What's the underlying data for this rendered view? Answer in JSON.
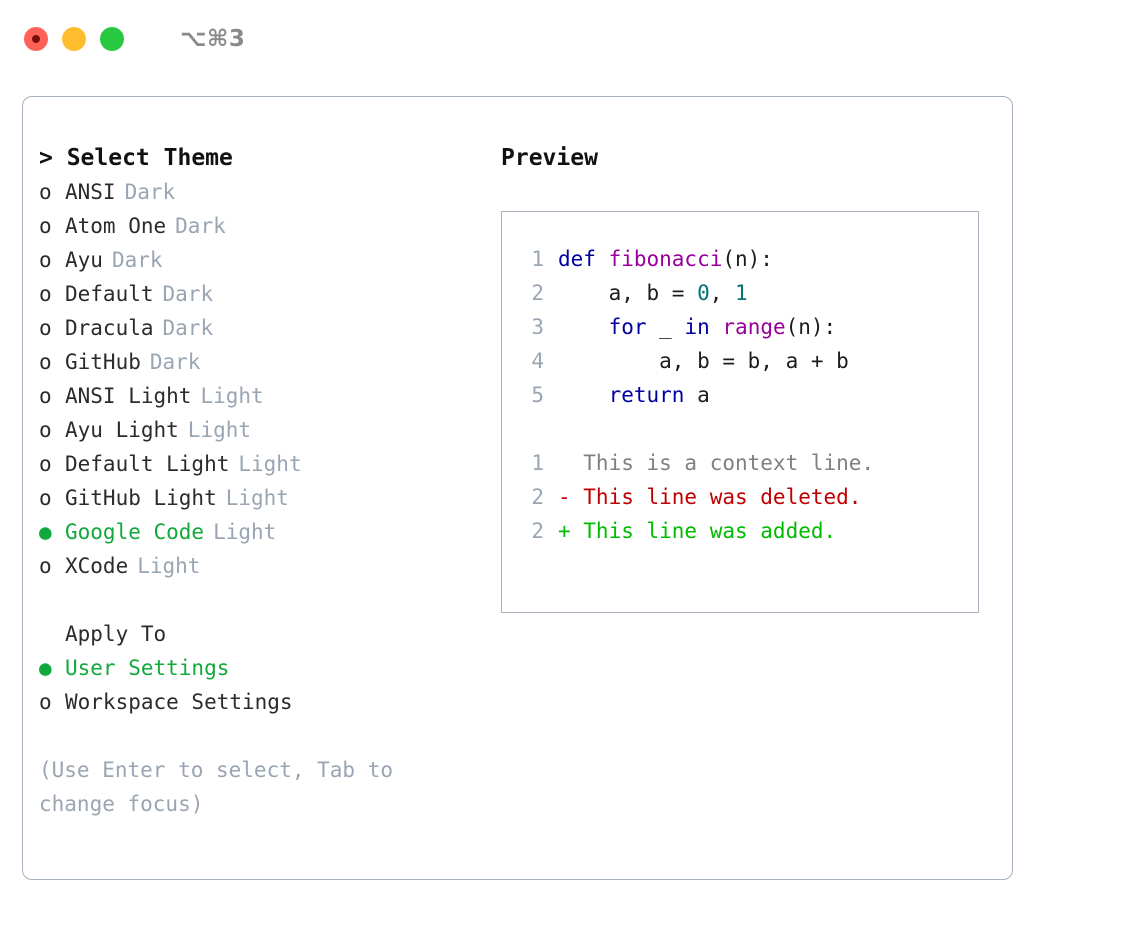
{
  "titlebar": {
    "shortcut": "⌥⌘3",
    "lights": [
      "close",
      "minimize",
      "maximize"
    ]
  },
  "theme_selector": {
    "header": "> Select Theme",
    "options": [
      {
        "marker": "o",
        "selected": false,
        "label": "ANSI",
        "tag": "Dark"
      },
      {
        "marker": "o",
        "selected": false,
        "label": "Atom One",
        "tag": "Dark"
      },
      {
        "marker": "o",
        "selected": false,
        "label": "Ayu",
        "tag": "Dark"
      },
      {
        "marker": "o",
        "selected": false,
        "label": "Default",
        "tag": "Dark"
      },
      {
        "marker": "o",
        "selected": false,
        "label": "Dracula",
        "tag": "Dark"
      },
      {
        "marker": "o",
        "selected": false,
        "label": "GitHub",
        "tag": "Dark"
      },
      {
        "marker": "o",
        "selected": false,
        "label": "ANSI Light",
        "tag": "Light"
      },
      {
        "marker": "o",
        "selected": false,
        "label": "Ayu Light",
        "tag": "Light"
      },
      {
        "marker": "o",
        "selected": false,
        "label": "Default Light",
        "tag": "Light"
      },
      {
        "marker": "o",
        "selected": false,
        "label": "GitHub Light",
        "tag": "Light"
      },
      {
        "marker": "●",
        "selected": true,
        "label": "Google Code",
        "tag": "Light"
      },
      {
        "marker": "o",
        "selected": false,
        "label": "XCode",
        "tag": "Light"
      }
    ]
  },
  "apply_to": {
    "header": "Apply To",
    "options": [
      {
        "marker": "●",
        "selected": true,
        "label": "User Settings"
      },
      {
        "marker": "o",
        "selected": false,
        "label": "Workspace Settings"
      }
    ]
  },
  "hint": "(Use Enter to select, Tab to change focus)",
  "preview": {
    "header": "Preview",
    "code_lines": [
      {
        "n": "1",
        "tokens": [
          {
            "t": "def ",
            "c": "kw"
          },
          {
            "t": "fibonacci",
            "c": "fn"
          },
          {
            "t": "(n):",
            "c": "def"
          }
        ]
      },
      {
        "n": "2",
        "tokens": [
          {
            "t": "    a, b = ",
            "c": "def"
          },
          {
            "t": "0",
            "c": "num"
          },
          {
            "t": ", ",
            "c": "def"
          },
          {
            "t": "1",
            "c": "num"
          }
        ]
      },
      {
        "n": "3",
        "tokens": [
          {
            "t": "    ",
            "c": "def"
          },
          {
            "t": "for",
            "c": "kw"
          },
          {
            "t": " _ ",
            "c": "def"
          },
          {
            "t": "in",
            "c": "kw"
          },
          {
            "t": " ",
            "c": "def"
          },
          {
            "t": "range",
            "c": "fn"
          },
          {
            "t": "(n):",
            "c": "def"
          }
        ]
      },
      {
        "n": "4",
        "tokens": [
          {
            "t": "        a, b = b, a + b",
            "c": "def"
          }
        ]
      },
      {
        "n": "5",
        "tokens": [
          {
            "t": "    ",
            "c": "def"
          },
          {
            "t": "return",
            "c": "kw"
          },
          {
            "t": " a",
            "c": "def"
          }
        ]
      }
    ],
    "diff_lines": [
      {
        "n": "1",
        "tokens": [
          {
            "t": "  This is a context line.",
            "c": "ctx"
          }
        ]
      },
      {
        "n": "2",
        "tokens": [
          {
            "t": "- This line was deleted.",
            "c": "del"
          }
        ]
      },
      {
        "n": "2",
        "tokens": [
          {
            "t": "+ This line was added.",
            "c": "add"
          }
        ]
      }
    ]
  },
  "colors": {
    "accent_green": "#11a83c",
    "muted": "#9aa5b4",
    "border": "#a7b0bd",
    "keyword": "#0000a0",
    "function": "#99009b",
    "number": "#077272",
    "diff_deleted": "#c00000",
    "diff_added": "#00bb00",
    "diff_context": "#808080"
  }
}
